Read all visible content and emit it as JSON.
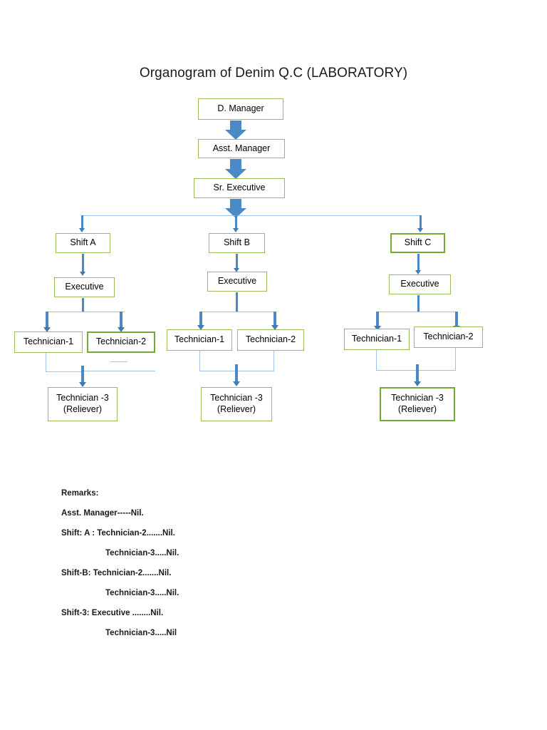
{
  "document": {
    "title": "Organogram of Denim Q.C (LABORATORY)"
  },
  "chart_data": {
    "type": "diagram",
    "title": "Organogram of Denim Q.C (LABORATORY)",
    "nodes": [
      {
        "id": "d-manager",
        "label": "D. Manager",
        "level": 0
      },
      {
        "id": "asst-manager",
        "label": "Asst. Manager",
        "level": 1
      },
      {
        "id": "sr-executive",
        "label": "Sr. Executive",
        "level": 2
      },
      {
        "id": "shift-a",
        "label": "Shift A",
        "level": 3
      },
      {
        "id": "shift-b",
        "label": "Shift B",
        "level": 3
      },
      {
        "id": "shift-c",
        "label": "Shift C",
        "level": 3
      },
      {
        "id": "exec-a",
        "label": "Executive",
        "level": 4
      },
      {
        "id": "exec-b",
        "label": "Executive",
        "level": 4
      },
      {
        "id": "exec-c",
        "label": "Executive",
        "level": 4
      },
      {
        "id": "tech-a1",
        "label": "Technician-1",
        "level": 5
      },
      {
        "id": "tech-a2",
        "label": "Technician-2",
        "level": 5
      },
      {
        "id": "tech-b1",
        "label": "Technician-1",
        "level": 5
      },
      {
        "id": "tech-b2",
        "label": "Technician-2",
        "level": 5
      },
      {
        "id": "tech-c1",
        "label": "Technician-1",
        "level": 5
      },
      {
        "id": "tech-c2",
        "label": "Technician-2",
        "level": 5
      },
      {
        "id": "tech-a3",
        "label": "Technician -3",
        "sublabel": "(Reliever)",
        "level": 6
      },
      {
        "id": "tech-b3",
        "label": "Technician -3",
        "sublabel": "(Reliever)",
        "level": 6
      },
      {
        "id": "tech-c3",
        "label": "Technician -3",
        "sublabel": "(Reliever)",
        "level": 6
      }
    ],
    "edges": [
      {
        "from": "d-manager",
        "to": "asst-manager"
      },
      {
        "from": "asst-manager",
        "to": "sr-executive"
      },
      {
        "from": "sr-executive",
        "to": "shift-a"
      },
      {
        "from": "sr-executive",
        "to": "shift-b"
      },
      {
        "from": "sr-executive",
        "to": "shift-c"
      },
      {
        "from": "shift-a",
        "to": "exec-a"
      },
      {
        "from": "shift-b",
        "to": "exec-b"
      },
      {
        "from": "shift-c",
        "to": "exec-c"
      },
      {
        "from": "exec-a",
        "to": "tech-a1"
      },
      {
        "from": "exec-a",
        "to": "tech-a2"
      },
      {
        "from": "exec-b",
        "to": "tech-b1"
      },
      {
        "from": "exec-b",
        "to": "tech-b2"
      },
      {
        "from": "exec-c",
        "to": "tech-c1"
      },
      {
        "from": "exec-c",
        "to": "tech-c2"
      },
      {
        "from": "tech-a1",
        "to": "tech-a3"
      },
      {
        "from": "tech-a2",
        "to": "tech-a3"
      },
      {
        "from": "tech-b1",
        "to": "tech-b3"
      },
      {
        "from": "tech-b2",
        "to": "tech-b3"
      },
      {
        "from": "tech-c1",
        "to": "tech-c3"
      },
      {
        "from": "tech-c2",
        "to": "tech-c3"
      }
    ],
    "colors": {
      "box_border": "#9BBB59",
      "box_border_thick": "#76a837",
      "box_fill": "#FFFFFF",
      "arrow_blue": "#4A8AC6",
      "connector_blue": "#9DC3E6",
      "text": "#000000"
    }
  },
  "top_chain": {
    "d_manager": "D. Manager",
    "asst_manager": "Asst. Manager",
    "sr_executive": "Sr. Executive"
  },
  "shifts": {
    "a": {
      "name": "Shift A",
      "executive": "Executive",
      "technician_1": "Technician-1",
      "technician_2": "Technician-2",
      "technician_3": "Technician -3",
      "technician_3_sub": "(Reliever)"
    },
    "b": {
      "name": "Shift B",
      "executive": "Executive",
      "technician_1": "Technician-1",
      "technician_2": "Technician-2",
      "technician_3": "Technician -3",
      "technician_3_sub": "(Reliever)"
    },
    "c": {
      "name": "Shift C",
      "executive": "Executive",
      "technician_1": "Technician-1",
      "technician_2": "Technician-2",
      "technician_3": "Technician -3",
      "technician_3_sub": "(Reliever)"
    }
  },
  "remarks": {
    "heading": "Remarks:",
    "lines": [
      "Asst. Manager-----Nil.",
      "Shift: A : Technician-2.......Nil.",
      "Technician-3.....Nil.",
      "Shift-B:   Technician-2.......Nil.",
      "Technician-3.....Nil.",
      "Shift-3:   Executive ........Nil.",
      "Technician-3.....Nil"
    ]
  }
}
